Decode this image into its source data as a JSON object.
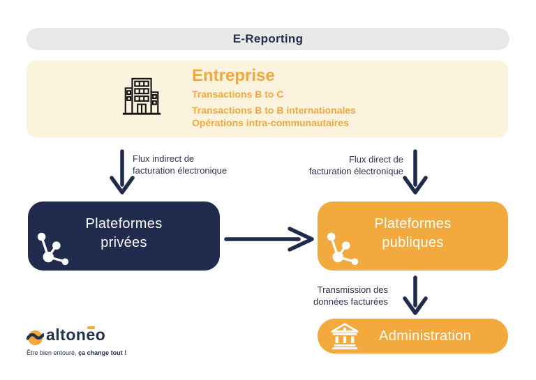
{
  "colors": {
    "navy": "#202b4d",
    "orange": "#f2a93d",
    "orange_text": "#f3a73c",
    "cream": "#fcf3df",
    "gray_pill": "#e9e9e8",
    "white": "#ffffff"
  },
  "header": {
    "title": "E-Reporting"
  },
  "entreprise": {
    "title": "Entreprise",
    "line1": "Transactions B to C",
    "line2": "Transactions B to B internationales",
    "line3": "Opérations intra-communautaires"
  },
  "flow_indirect": {
    "line1": "Flux indirect de",
    "line2": "facturation électronique"
  },
  "flow_direct": {
    "line1": "Flux direct de",
    "line2": "facturation électronique"
  },
  "platform_private": {
    "line1": "Plateformes",
    "line2": "privées"
  },
  "platform_public": {
    "line1": "Plateformes",
    "line2": "publiques"
  },
  "transmission": {
    "line1": "Transmission des",
    "line2": "données facturées"
  },
  "administration": {
    "label": "Administration"
  },
  "logo": {
    "name": "altonéo",
    "part1": "alton",
    "part2": "e",
    "part3": "o",
    "tagline_regular": "Être bien entouré, ",
    "tagline_bold": "ça change tout !"
  },
  "icons": {
    "building": "building-icon",
    "network": "network-icon",
    "bank": "bank-icon",
    "logo_mark": "logo-mark-icon"
  }
}
